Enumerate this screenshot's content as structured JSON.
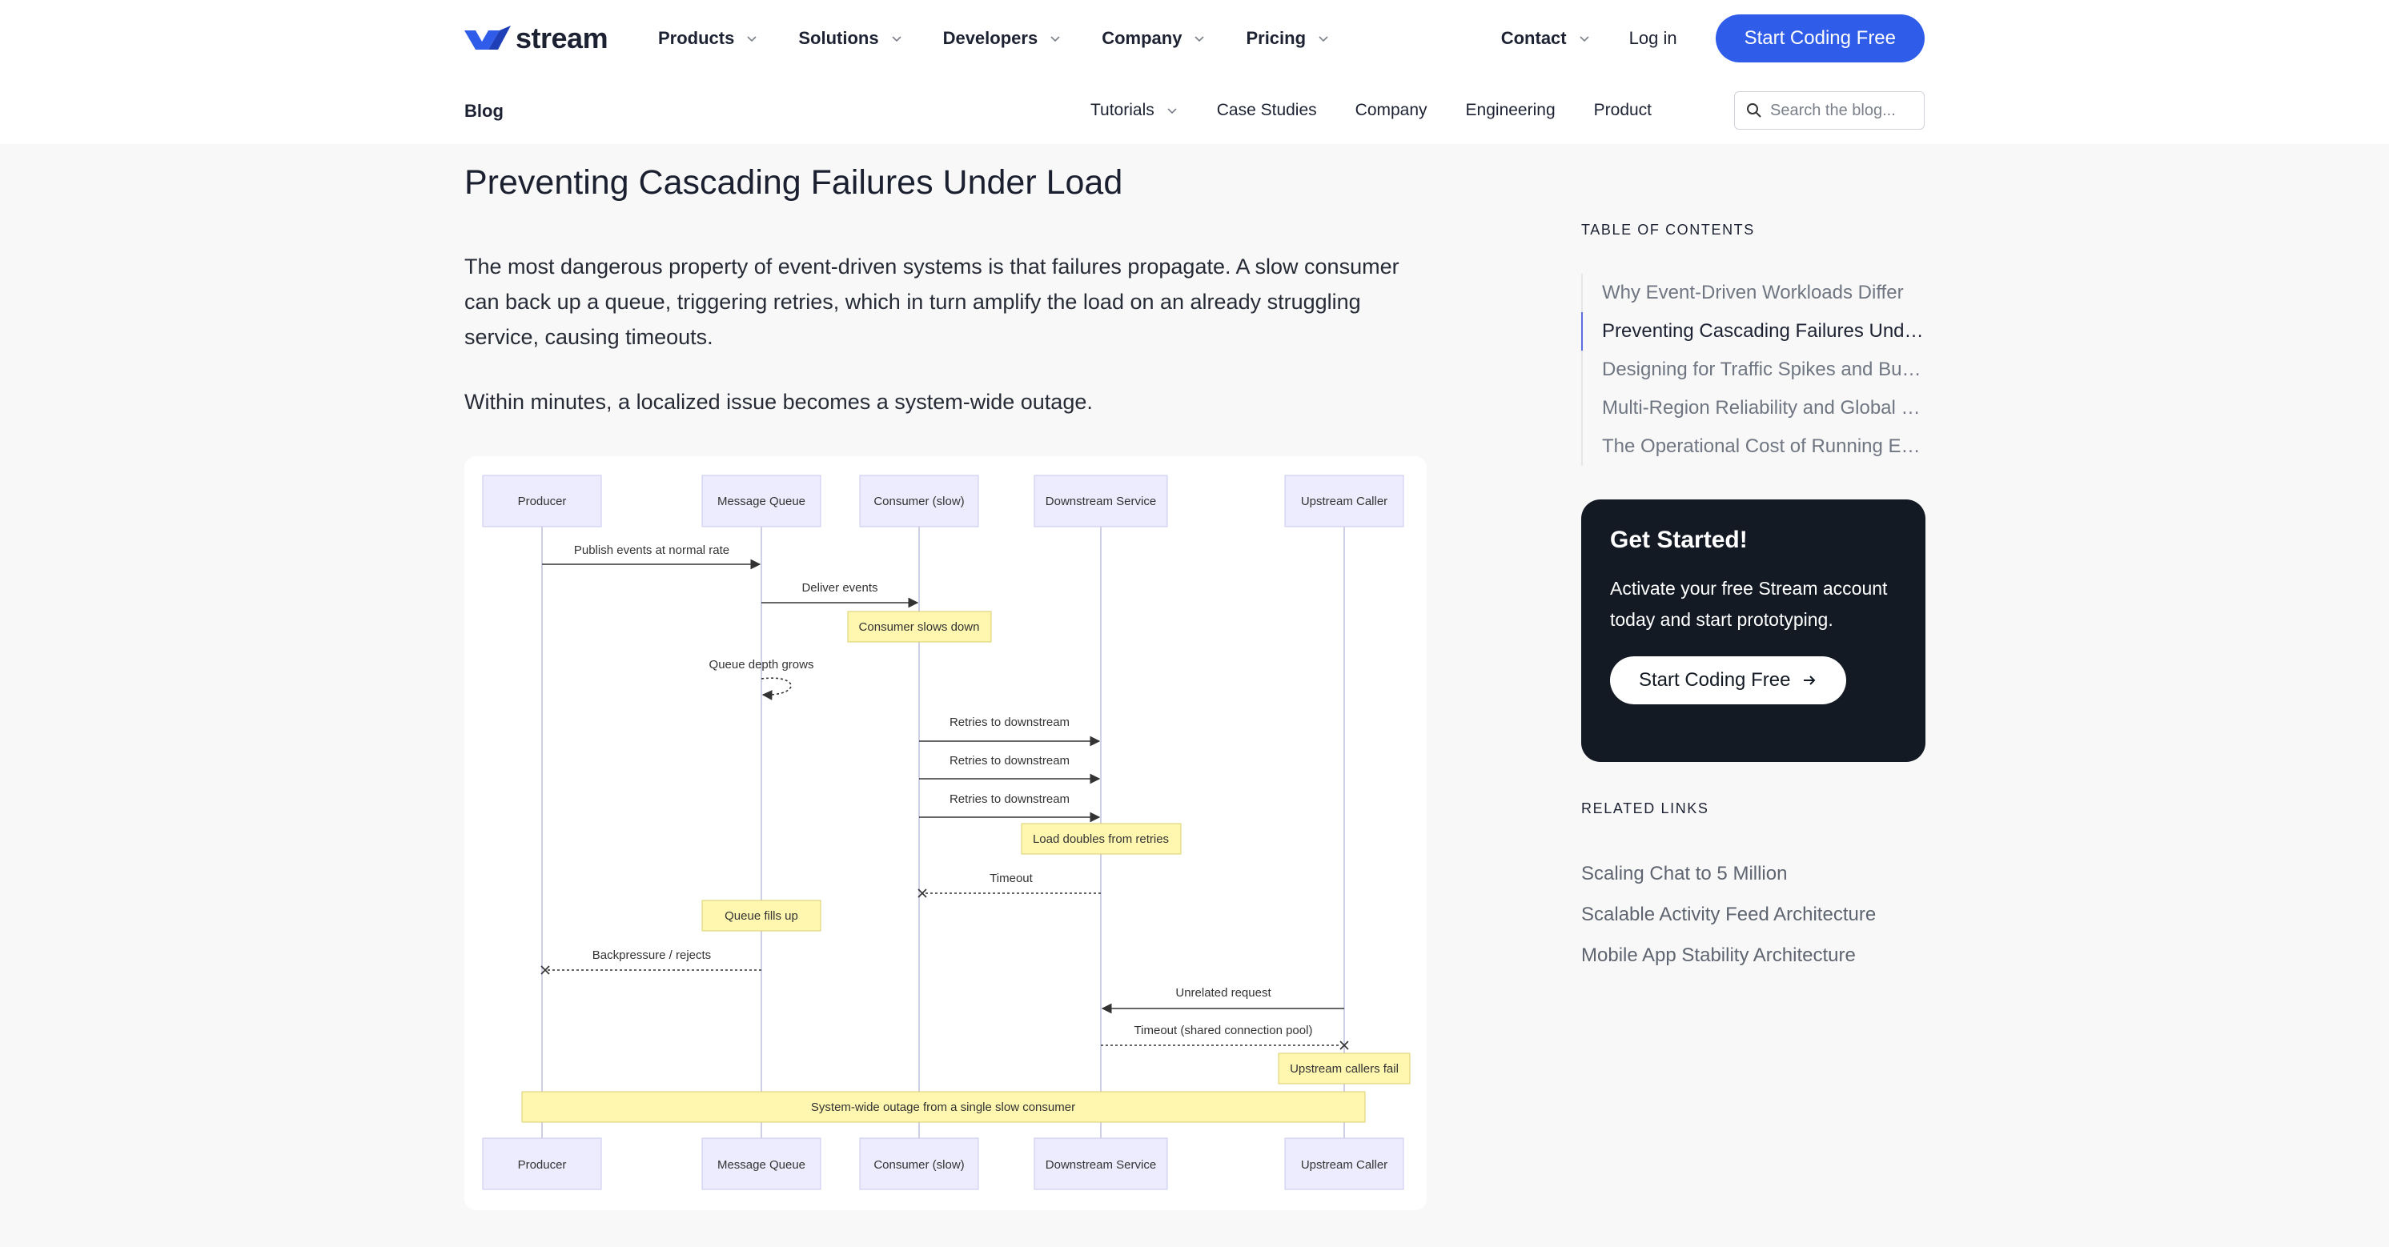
{
  "nav": {
    "logo_text": "stream",
    "items": [
      {
        "label": "Products"
      },
      {
        "label": "Solutions"
      },
      {
        "label": "Developers"
      },
      {
        "label": "Company"
      },
      {
        "label": "Pricing"
      }
    ],
    "contact": "Contact",
    "login": "Log in",
    "cta": "Start Coding Free",
    "accent_color": "#2f5dea"
  },
  "subnav": {
    "blog": "Blog",
    "items": [
      "Tutorials",
      "Case Studies",
      "Company",
      "Engineering",
      "Product"
    ],
    "search_placeholder": "Search the blog..."
  },
  "article": {
    "title": "Preventing Cascading Failures Under Load",
    "paragraph1": "The most dangerous property of event-driven systems is that failures propagate. A slow consumer can back up a queue, triggering retries, which in turn amplify the load on an already struggling service, causing timeouts.",
    "paragraph2": "Within minutes, a localized issue becomes a system-wide outage."
  },
  "diagram": {
    "actors": [
      "Producer",
      "Message Queue",
      "Consumer (slow)",
      "Downstream Service",
      "Upstream Caller"
    ],
    "messages": [
      {
        "label": "Publish events at normal rate"
      },
      {
        "label": "Deliver events"
      },
      {
        "label": "Queue depth grows"
      },
      {
        "label": "Retries to downstream"
      },
      {
        "label": "Retries to downstream"
      },
      {
        "label": "Retries to downstream"
      },
      {
        "label": "Timeout"
      },
      {
        "label": "Backpressure / rejects"
      },
      {
        "label": "Unrelated request"
      },
      {
        "label": "Timeout (shared connection pool)"
      }
    ],
    "notes": [
      {
        "label": "Consumer slows down"
      },
      {
        "label": "Load doubles from retries"
      },
      {
        "label": "Queue fills up"
      },
      {
        "label": "Upstream callers fail"
      },
      {
        "label": "System-wide outage from a single slow consumer"
      }
    ]
  },
  "sidebar": {
    "toc_heading": "TABLE OF CONTENTS",
    "toc": [
      {
        "label": "Why Event-Driven Workloads Differ"
      },
      {
        "label": "Preventing Cascading Failures Under Load"
      },
      {
        "label": "Designing for Traffic Spikes and Bursts"
      },
      {
        "label": "Multi-Region Reliability and Global Scale"
      },
      {
        "label": "The Operational Cost of Running Event Systems"
      }
    ],
    "cta_title": "Get Started!",
    "cta_text": "Activate your free Stream account today and start prototyping.",
    "cta_button": "Start Coding Free",
    "related_heading": "RELATED LINKS",
    "related": [
      {
        "label": "Scaling Chat to 5 Million"
      },
      {
        "label": "Scalable Activity Feed Architecture"
      },
      {
        "label": "Mobile App Stability Architecture"
      }
    ]
  }
}
